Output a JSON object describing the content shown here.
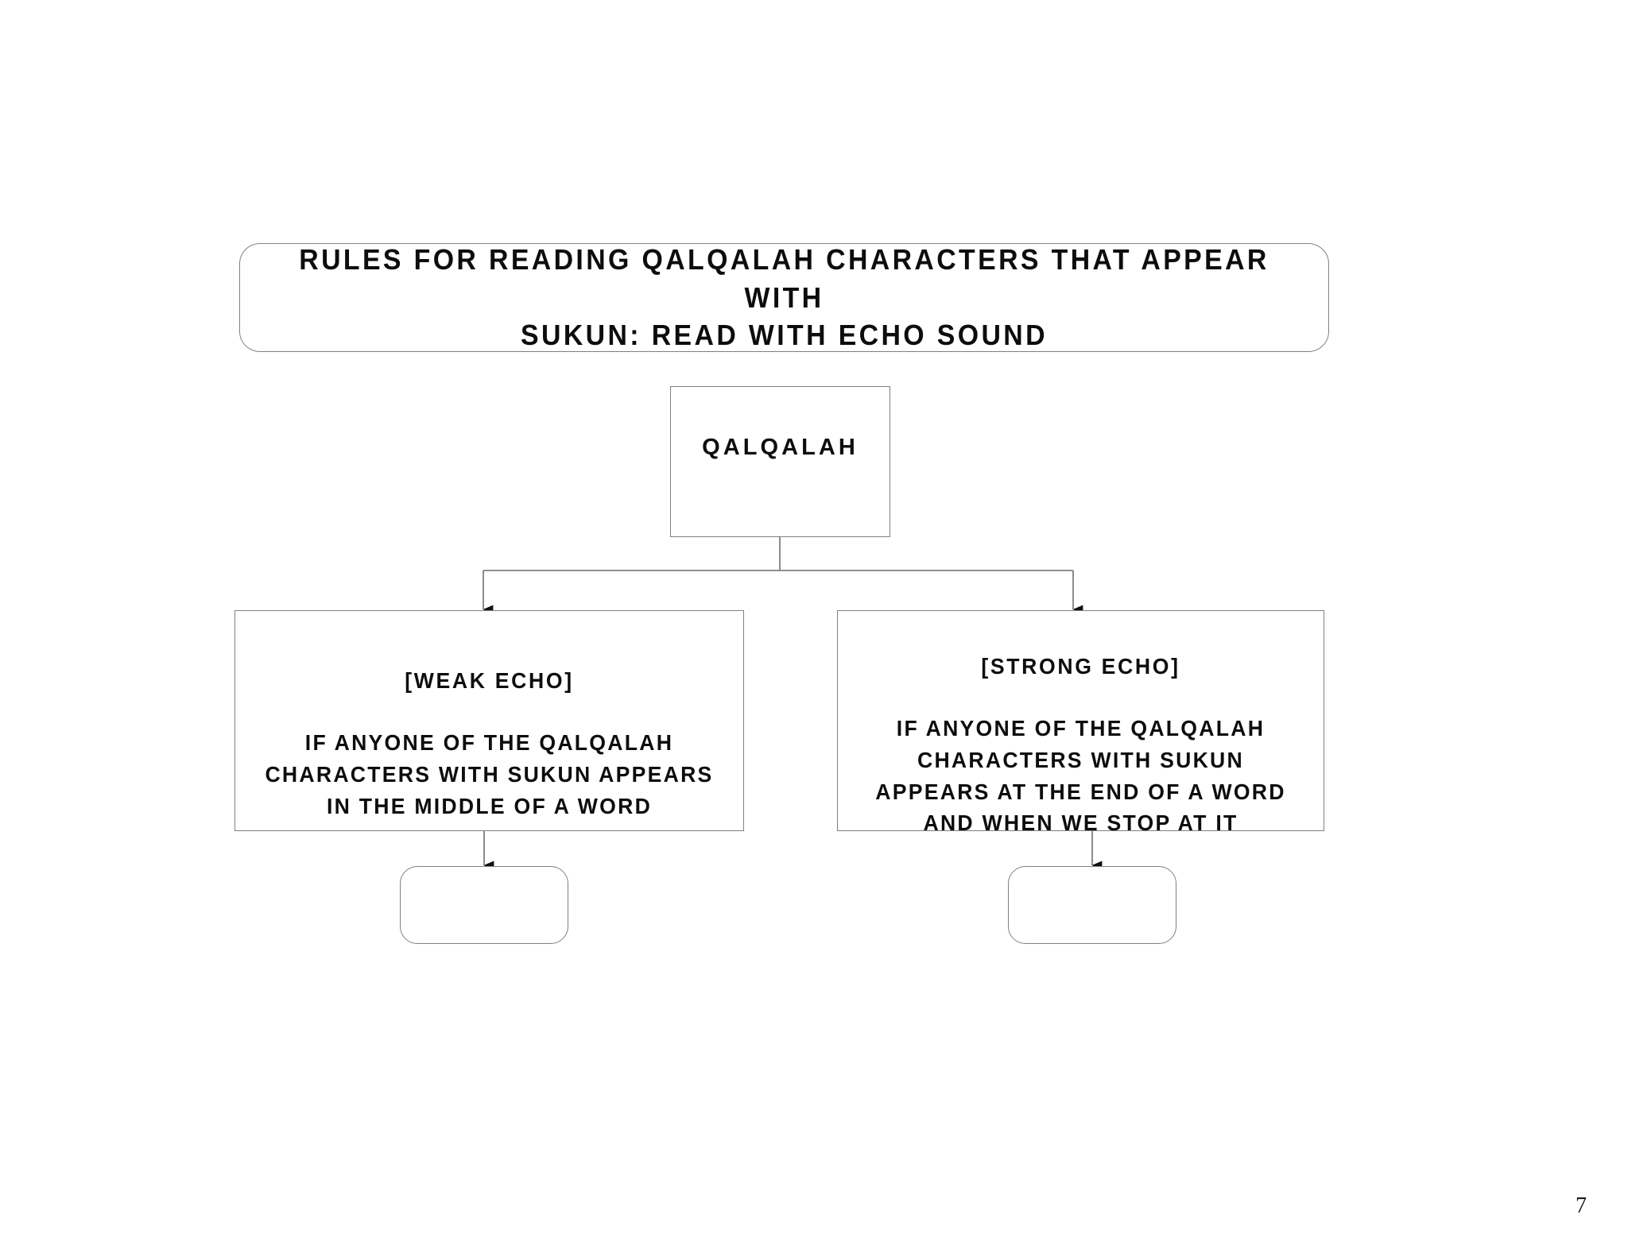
{
  "page": {
    "number": "7",
    "background_color": "#ffffff",
    "border_color": "#808080",
    "text_color": "#0d0d0d"
  },
  "title": {
    "text": "RULES FOR READING QALQALAH CHARACTERS THAT APPEAR WITH\nSUKUN: READ WITH ECHO SOUND"
  },
  "diagram": {
    "type": "flowchart",
    "root": {
      "label": "QALQALAH"
    },
    "children": [
      {
        "heading": "[WEAK ECHO]",
        "body": "IF ANYONE OF THE QALQALAH\nCHARACTERS WITH SUKUN APPEARS\nIN THE MIDDLE OF A WORD",
        "terminal": ""
      },
      {
        "heading": "[STRONG ECHO]",
        "body": "IF ANYONE OF THE QALQALAH\nCHARACTERS WITH SUKUN\nAPPEARS AT THE END OF A WORD\nAND WHEN WE STOP AT IT",
        "terminal": ""
      }
    ]
  }
}
